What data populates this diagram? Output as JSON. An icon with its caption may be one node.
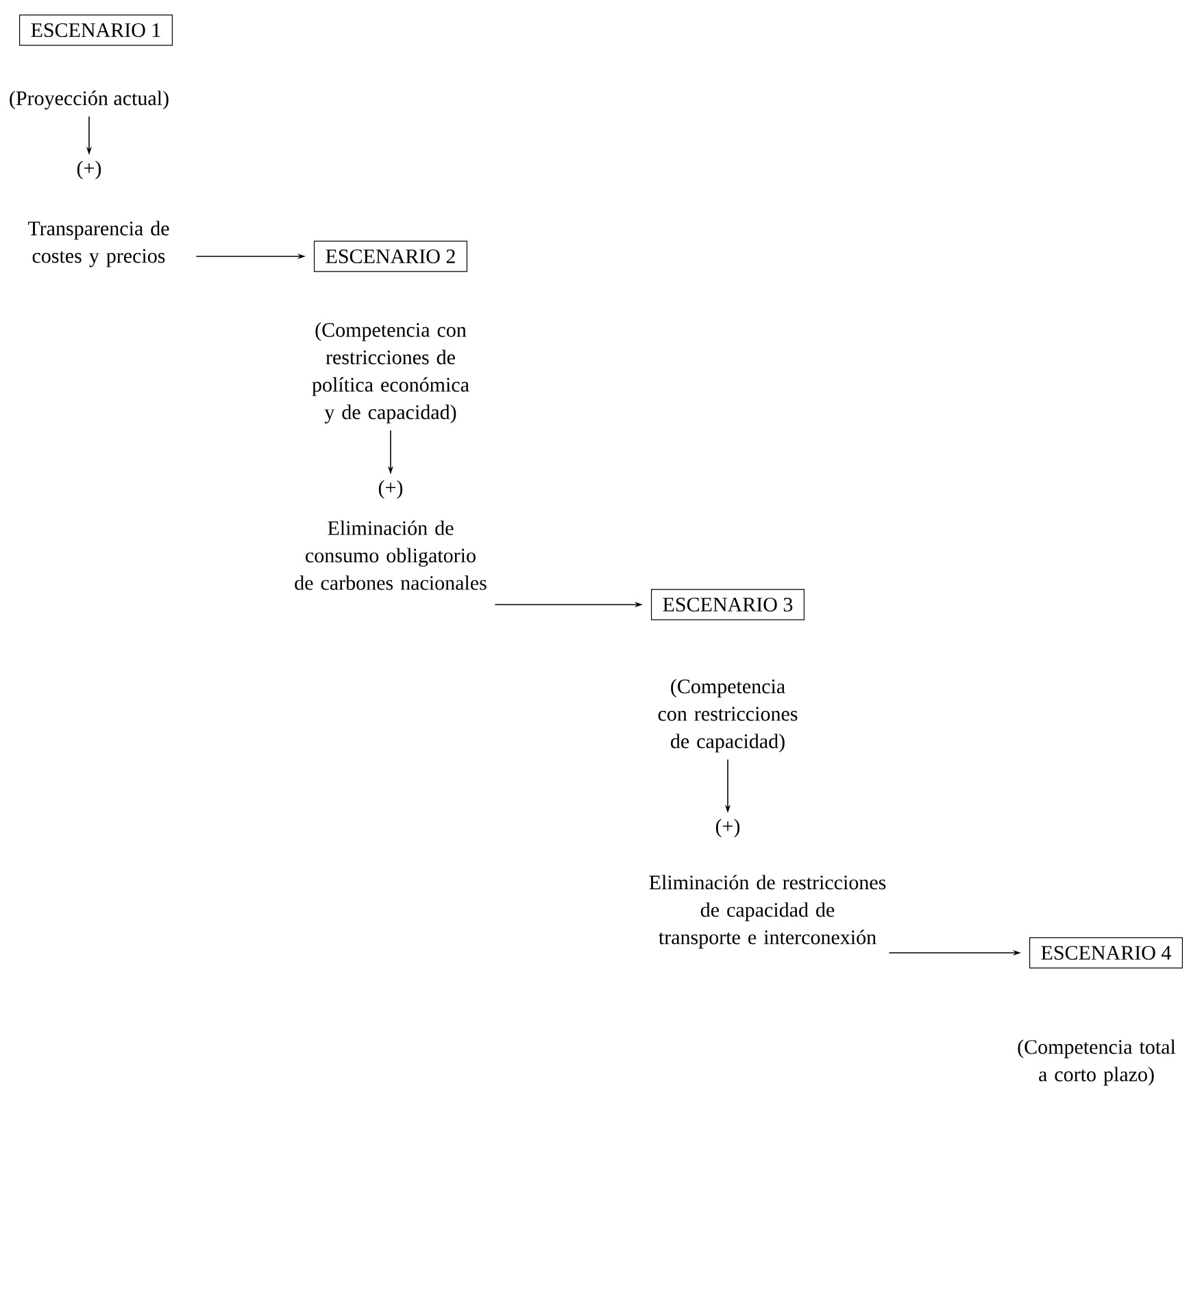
{
  "diagram": {
    "nodes": [
      {
        "text": [
          "ESCENARIO 1"
        ]
      },
      {
        "text": [
          "(Proyección actual)"
        ]
      },
      {
        "text": [
          "(+)"
        ]
      },
      {
        "text": [
          "Transparencia de costes y precios"
        ]
      },
      {
        "text": [
          "ESCENARIO 2"
        ]
      },
      {
        "text": [
          "(Competencia con restricciones de política económica y de capacidad)"
        ]
      },
      {
        "text": [
          "(+)"
        ]
      },
      {
        "text": [
          "Eliminación de consumo obligatorio de carbones nacionales"
        ]
      },
      {
        "text": [
          "ESCENARIO 3"
        ]
      },
      {
        "text": [
          "(Competencia con restricciones de capacidad)"
        ]
      },
      {
        "text": [
          "(+)"
        ]
      },
      {
        "text": [
          "Eliminación de restricciones de capacidad de transporte e interconexión"
        ]
      },
      {
        "text": [
          "ESCENARIO 4"
        ]
      },
      {
        "text": [
          "(Competencia total a corto plazo)"
        ]
      }
    ],
    "edges": [
      {
        "from": 1,
        "to": 2,
        "arrow": "to"
      },
      {
        "from": 3,
        "to": 4,
        "arrow": "to"
      },
      {
        "from": 5,
        "to": 6,
        "arrow": "to"
      },
      {
        "from": 7,
        "to": 8,
        "arrow": "to"
      },
      {
        "from": 9,
        "to": 10,
        "arrow": "to"
      },
      {
        "from": 11,
        "to": 12,
        "arrow": "to"
      }
    ]
  }
}
